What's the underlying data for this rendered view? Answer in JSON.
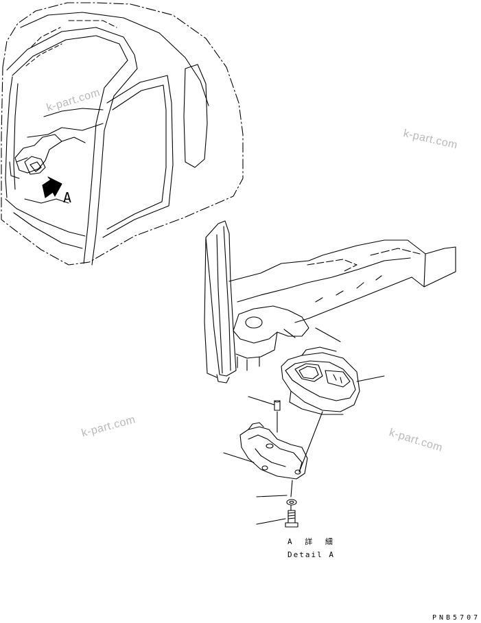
{
  "watermarks": [
    "k-part.com",
    "k-part.com",
    "k-part.com",
    "k-part.com"
  ],
  "view_callout": "A",
  "detail_title_jp": "A 詳 細",
  "detail_title_en": "Detail A",
  "figure_number": "PNB5707"
}
